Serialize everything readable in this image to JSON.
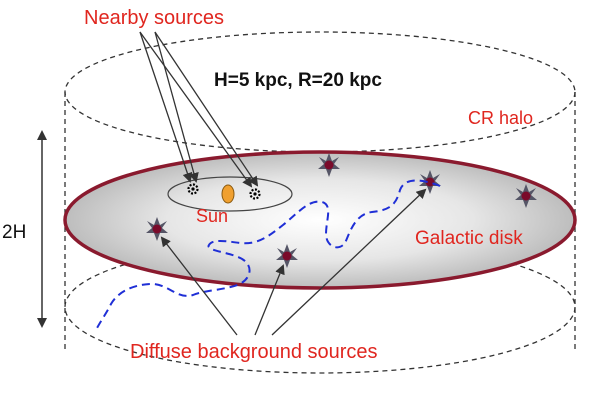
{
  "labels": {
    "nearby_sources": "Nearby sources",
    "params": "H=5 kpc, R=20 kpc",
    "cr_halo": "CR halo",
    "height": "2H",
    "sun": "Sun",
    "galactic_disk": "Galactic disk",
    "diffuse_sources": "Diffuse background sources"
  },
  "colors": {
    "label_red": "#e0261f",
    "disk_edge": "#8a1a2e",
    "source_core": "#7a0a2a",
    "source_rays": "#555566",
    "diffusion_path": "#1f2fd6",
    "sun_fill": "#f0a030",
    "halo_dash": "#333333"
  },
  "icons": {
    "diffuse_source": "star-burst-icon",
    "nearby_source": "gear-star-icon",
    "sun": "orange-ellipse-icon"
  }
}
